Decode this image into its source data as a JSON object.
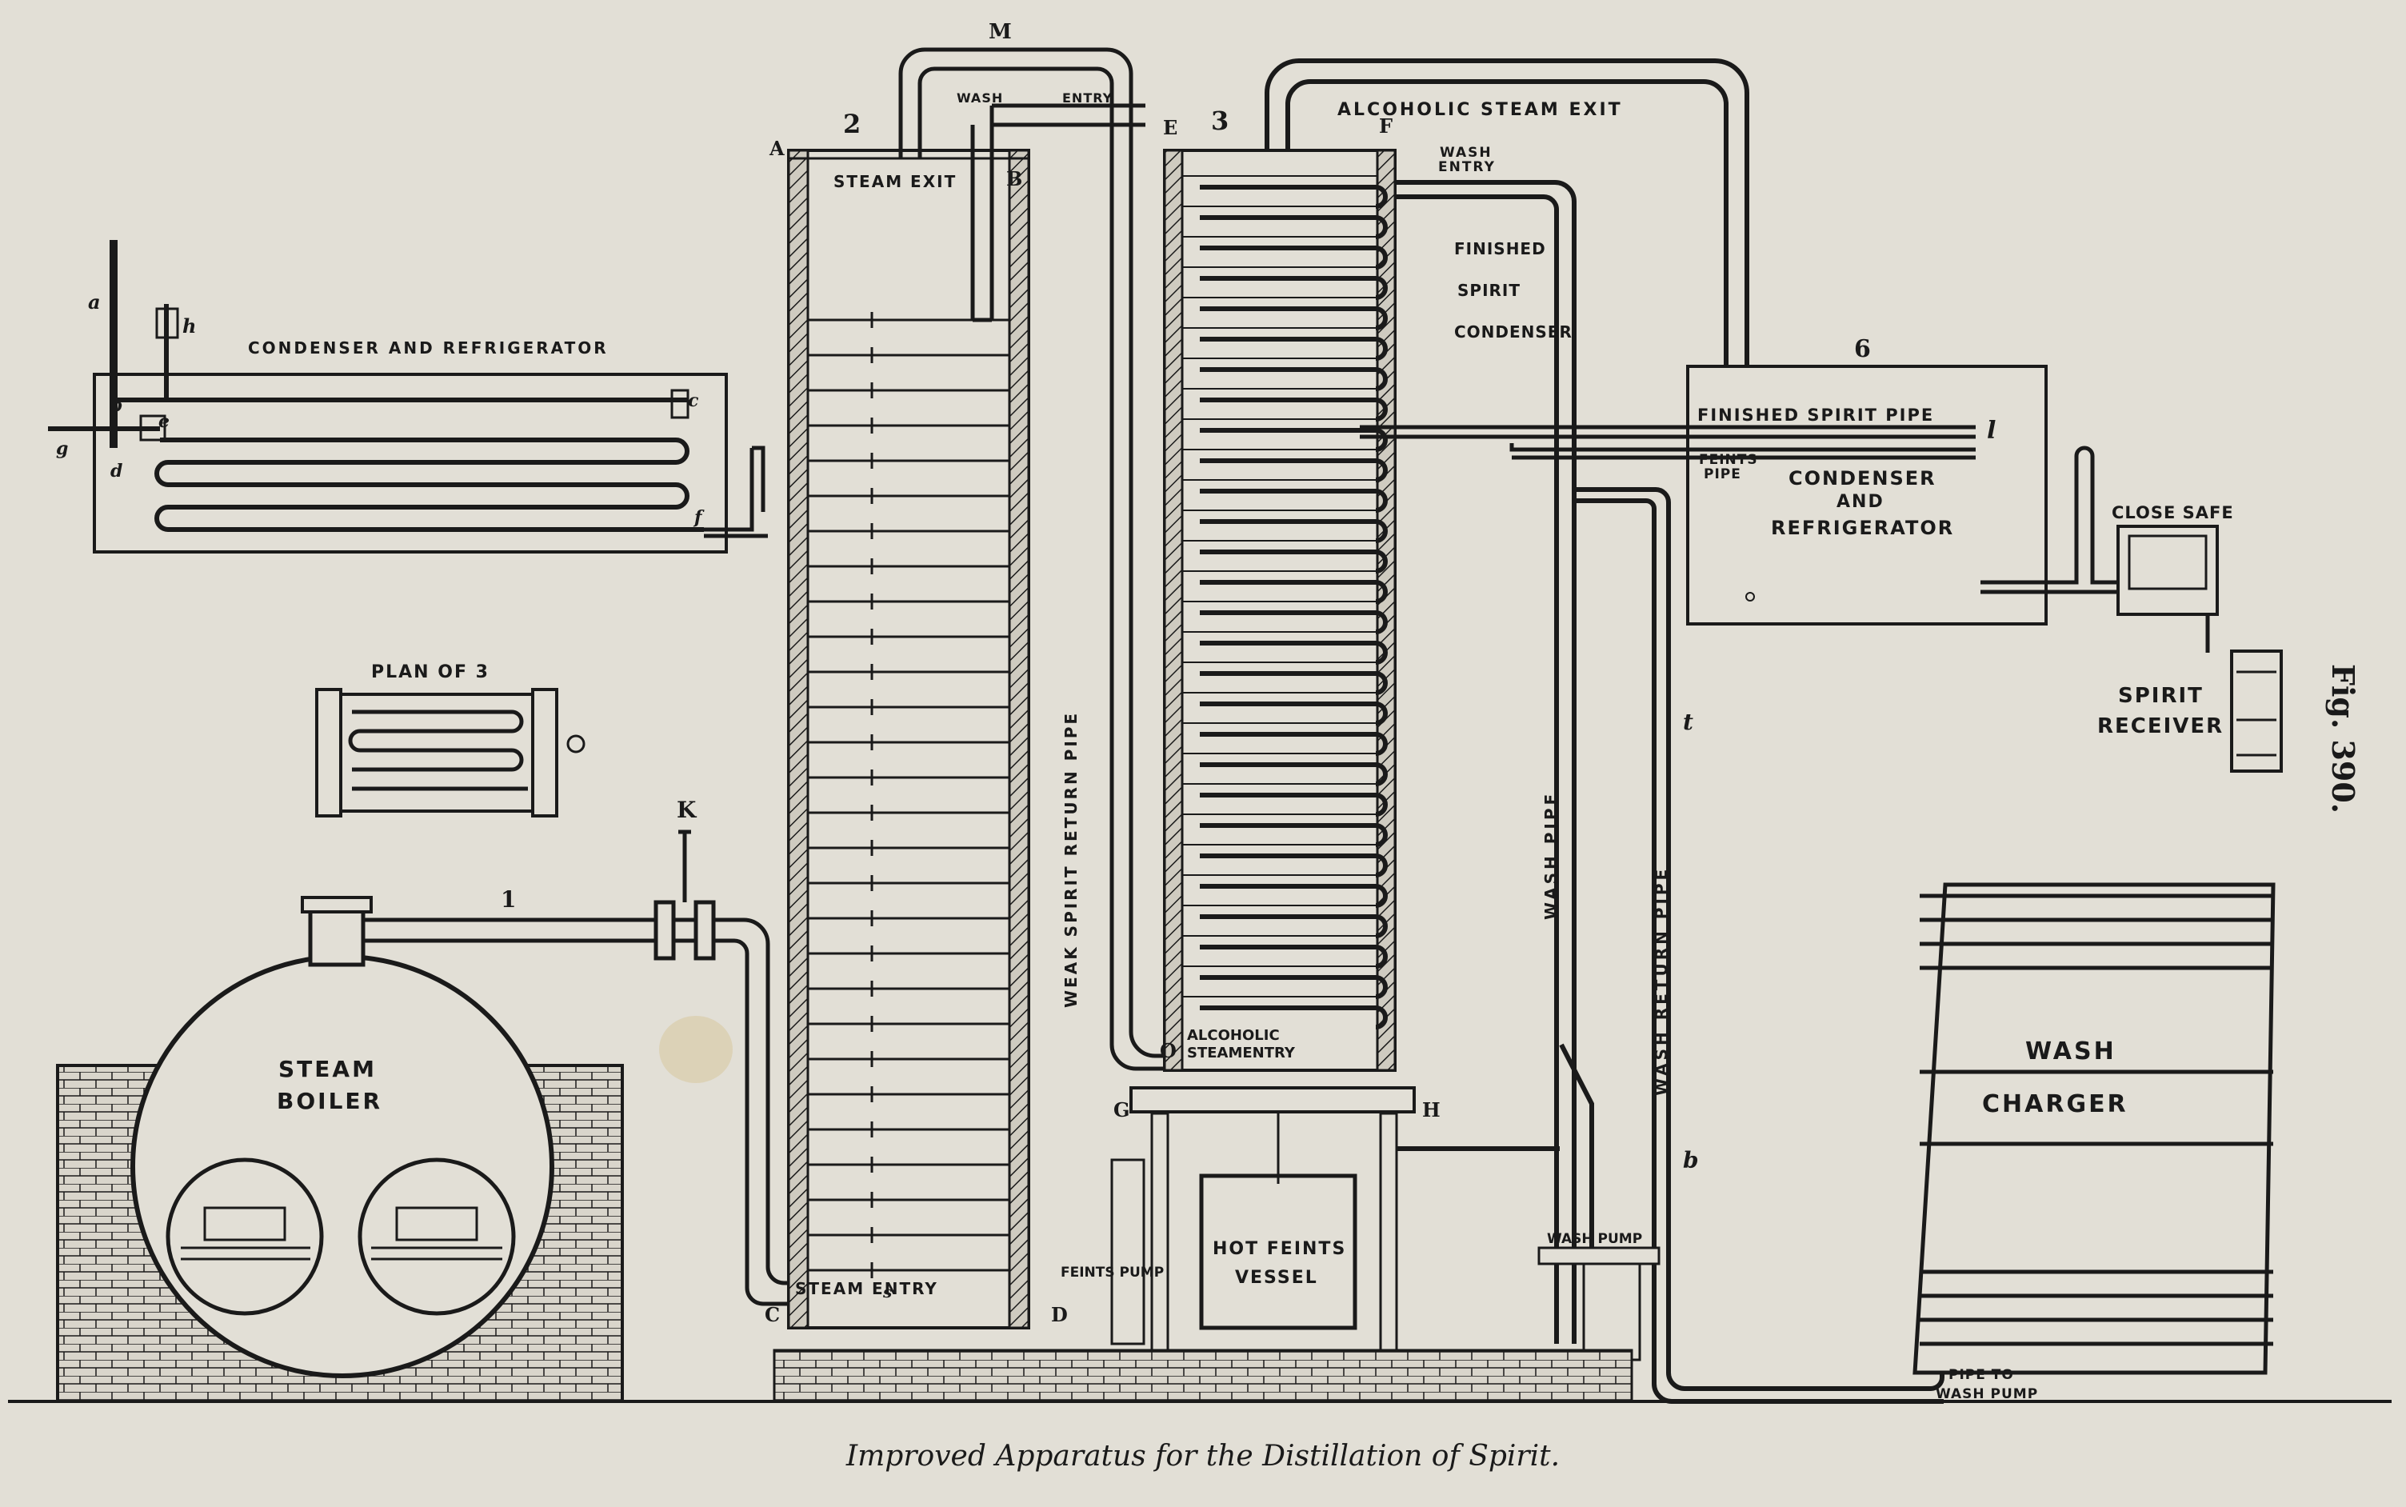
{
  "caption": "Improved Apparatus for the Distillation of Spirit.",
  "fig_number": "Fig. 390.",
  "letters": {
    "a": "a",
    "b": "b",
    "c": "c",
    "d": "d",
    "e": "e",
    "f": "f",
    "g": "g",
    "h": "h",
    "A": "A",
    "B": "B",
    "C": "C",
    "D": "D",
    "E": "E",
    "F": "F",
    "G": "G",
    "H": "H",
    "K": "K",
    "M": "M",
    "O": "O",
    "l": "l",
    "t": "t",
    "b2": "b",
    "s": "s"
  },
  "numbers": {
    "n1": "1",
    "n2": "2",
    "n3": "3",
    "n6": "6"
  },
  "labels": {
    "condenser_refrigerator_top": "CONDENSER AND REFRIGERATOR",
    "plan_of_3": "PLAN OF 3",
    "steam_boiler_1": "STEAM",
    "steam_boiler_2": "BOILER",
    "steam_exit": "STEAM EXIT",
    "wash_entry_top": "WASH",
    "wash_entry_top2": "ENTRY",
    "alcoholic_steam_exit": "ALCOHOLIC STEAM EXIT",
    "wash_entry_right_1": "WASH",
    "wash_entry_right_2": "ENTRY",
    "finished_1": "FINISHED",
    "finished_2": "SPIRIT",
    "finished_3": "CONDENSER",
    "finished_spirit_pipe": "FINISHED SPIRIT PIPE",
    "feints_pipe_1": "FEINTS",
    "feints_pipe_2": "PIPE",
    "condenser_6_1": "CONDENSER",
    "condenser_6_2": "AND",
    "condenser_6_3": "REFRIGERATOR",
    "close_safe": "CLOSE SAFE",
    "spirit_receiver_1": "SPIRIT",
    "spirit_receiver_2": "RECEIVER",
    "weak_spirit_return_pipe": "WEAK SPIRIT RETURN PIPE",
    "wash_pipe": "WASH PIPE",
    "wash_return_pipe": "WASH RETURN PIPE",
    "alcoholic_steam_entry_1": "ALCOHOLIC",
    "alcoholic_steam_entry_2": "STEAMENTRY",
    "hot_feints_1": "HOT FEINTS",
    "hot_feints_2": "VESSEL",
    "feints_pump": "FEINTS PUMP",
    "wash_pump": "WASH PUMP",
    "steam_entry": "STEAM ENTRY",
    "wash_charger_1": "WASH",
    "wash_charger_2": "CHARGER",
    "pipe_to_wash_pump_1": "PIPE TO",
    "pipe_to_wash_pump_2": "WASH PUMP"
  },
  "colors": {
    "paper": "#e2dfd6",
    "ink": "#1a1a1a",
    "stain": "#d8c9a2"
  }
}
